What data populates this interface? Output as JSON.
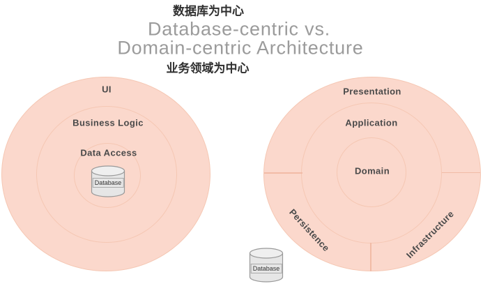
{
  "header": {
    "top_label_zh": "数据库为中心",
    "title_line1": "Database-centric vs.",
    "title_line2": "Domain-centric Architecture",
    "bottom_label_zh": "业务领域为中心"
  },
  "left_diagram": {
    "name": "database-centric",
    "rings": [
      "UI",
      "Business Logic",
      "Data Access"
    ],
    "database_label": "Database",
    "database_position": "center"
  },
  "right_diagram": {
    "name": "domain-centric",
    "rings": [
      "Presentation",
      "Application",
      "Domain"
    ],
    "sectors": [
      "Persistence",
      "Infrastructure"
    ],
    "database_label": "Database",
    "database_position": "outside-bottom-left"
  },
  "colors": {
    "ring_fill": "#fbd8cc",
    "ring_border": "#f5c7b3",
    "sector_divider": "#f1bba6",
    "ring_label": "#4a4a4a",
    "title": "#9b9b9b",
    "chinese_label": "#2f2f2f",
    "cylinder_fill": "#e6e6e6",
    "cylinder_top_fill": "#efefef",
    "cylinder_stroke": "#999999",
    "background": "#ffffff"
  }
}
